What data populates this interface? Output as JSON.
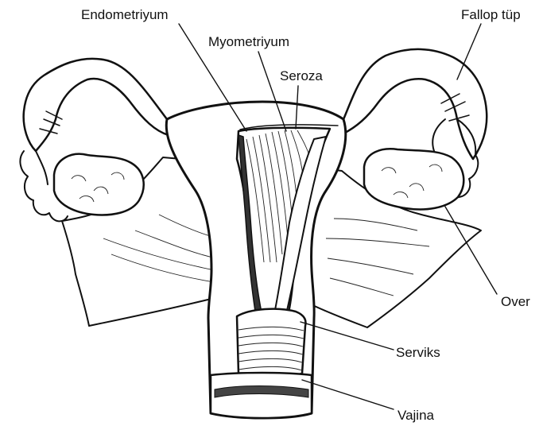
{
  "labels": {
    "endometrium": "Endometriyum",
    "myometrium": "Myometriyum",
    "serosa": "Seroza",
    "fallopian_tube": "Fallop tüp",
    "ovary": "Over",
    "cervix": "Serviks",
    "vagina": "Vajina"
  }
}
